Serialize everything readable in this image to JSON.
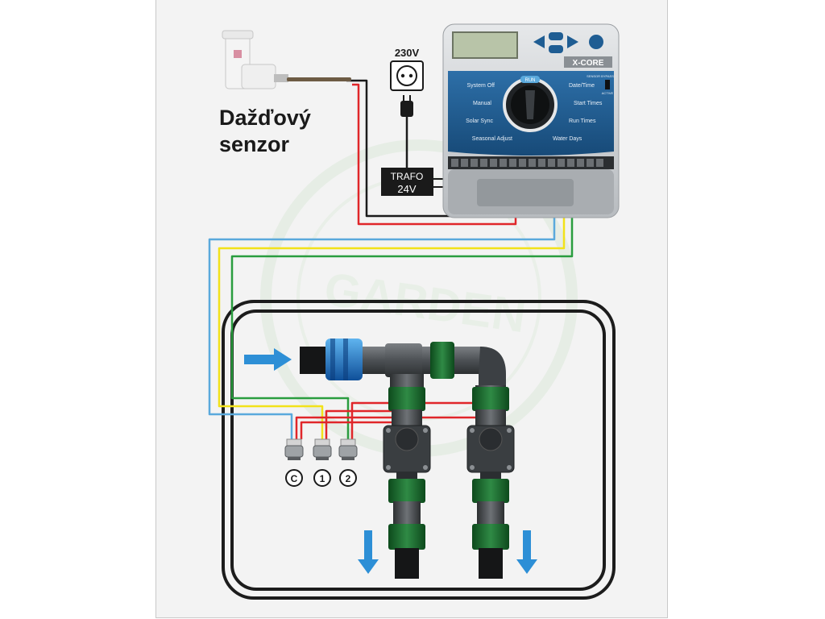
{
  "sensor": {
    "label_line1": "Dažďový",
    "label_line2": "senzor"
  },
  "power": {
    "voltage": "230V"
  },
  "trafo": {
    "label_line1": "TRAFO",
    "label_line2": "24V"
  },
  "controller": {
    "brand": "X-CORE",
    "dial_center": "RUN",
    "modes_left": [
      "System Off",
      "Manual",
      "Solar Sync",
      "Seasonal Adjust"
    ],
    "modes_right": [
      "Date/Time",
      "Start Times",
      "Run Times",
      "Water Days"
    ],
    "sensor_bypass": "SENSOR BYPASS",
    "active": "ACTIVE"
  },
  "watermark": "GARDEN",
  "valve_terminals": [
    "C",
    "1",
    "2"
  ],
  "colors": {
    "wire_red": "#e0262a",
    "wire_black": "#1b1b1b",
    "wire_blue": "#5aa9dc",
    "wire_yellow": "#f2e21a",
    "wire_green": "#2a9d3f",
    "flow_arrow": "#2d8fd6",
    "controller_panel": "#1f5d93"
  }
}
